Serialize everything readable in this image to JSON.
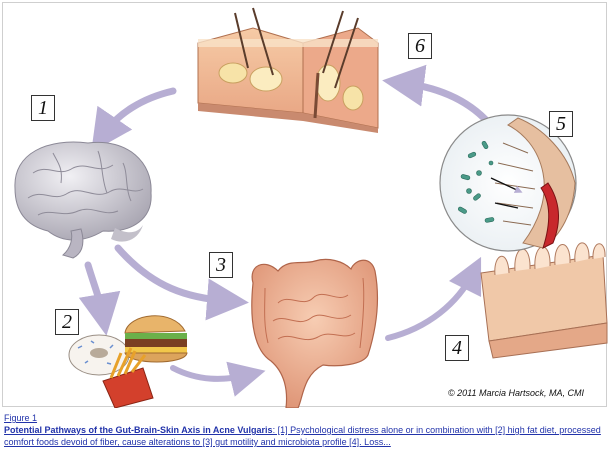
{
  "diagram": {
    "step_labels": [
      "1",
      "2",
      "3",
      "4",
      "5",
      "6"
    ],
    "copyright": "© 2011 Marcia Hartsock, MA, CMI"
  },
  "caption": {
    "figure_link": "Figure 1",
    "title": "Potential Pathways of the Gut-Brain-Skin Axis in Acne Vulgaris",
    "body": ": [1] Psychological distress alone or in combination with [2] high fat diet, processed comfort foods devoid of fiber, cause alterations to [3] gut motility and microbiota profile [4]. Loss..."
  },
  "colors": {
    "arrow": "#b7aed3",
    "skin": "#f1b79a",
    "brain": "#d8d6de",
    "intestine": "#f2b694",
    "link": "#2233aa"
  }
}
